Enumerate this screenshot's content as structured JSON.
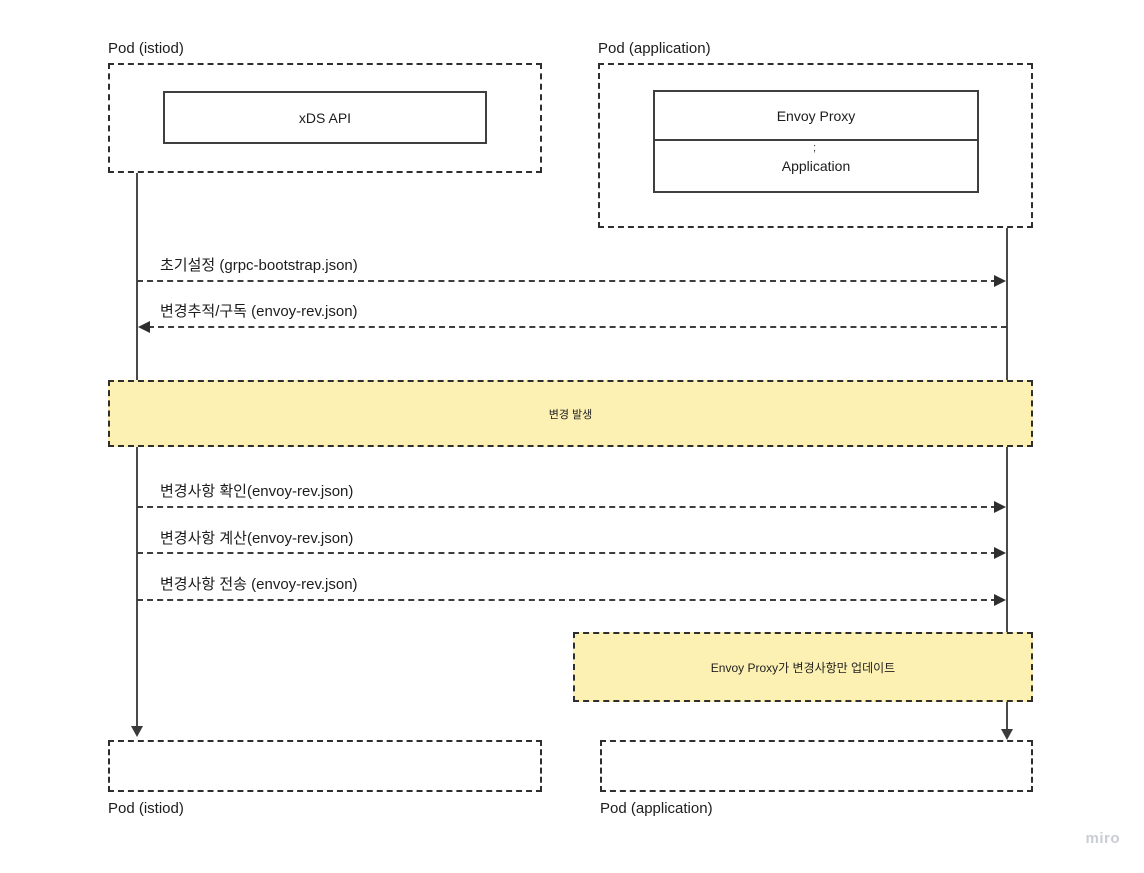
{
  "diagram": {
    "participants": {
      "left": {
        "title": "Pod (istiod)",
        "inner_label": "xDS API",
        "bottom_title": "Pod (istiod)"
      },
      "right": {
        "title": "Pod (application)",
        "inner_top_label": "Envoy Proxy",
        "divider_mark": ";",
        "inner_bottom_label": "Application",
        "bottom_title": "Pod (application)"
      }
    },
    "messages": [
      {
        "label": "초기설정 (grpc-bootstrap.json)",
        "direction": "right"
      },
      {
        "label": "변경추적/구독 (envoy-rev.json)",
        "direction": "left"
      },
      {
        "label": "변경사항 확인(envoy-rev.json)",
        "direction": "right"
      },
      {
        "label": "변경사항 계산(envoy-rev.json)",
        "direction": "right"
      },
      {
        "label": "변경사항 전송 (envoy-rev.json)",
        "direction": "right"
      }
    ],
    "notes": [
      {
        "label": "변경 발생"
      },
      {
        "label": "Envoy Proxy가 변경사항만 업데이트"
      }
    ],
    "colors": {
      "note_fill": "#fcf1b2",
      "line": "#3d3d3d",
      "text": "#1c1c1c",
      "watermark": "#c9cdd3"
    },
    "watermark": "miro"
  }
}
